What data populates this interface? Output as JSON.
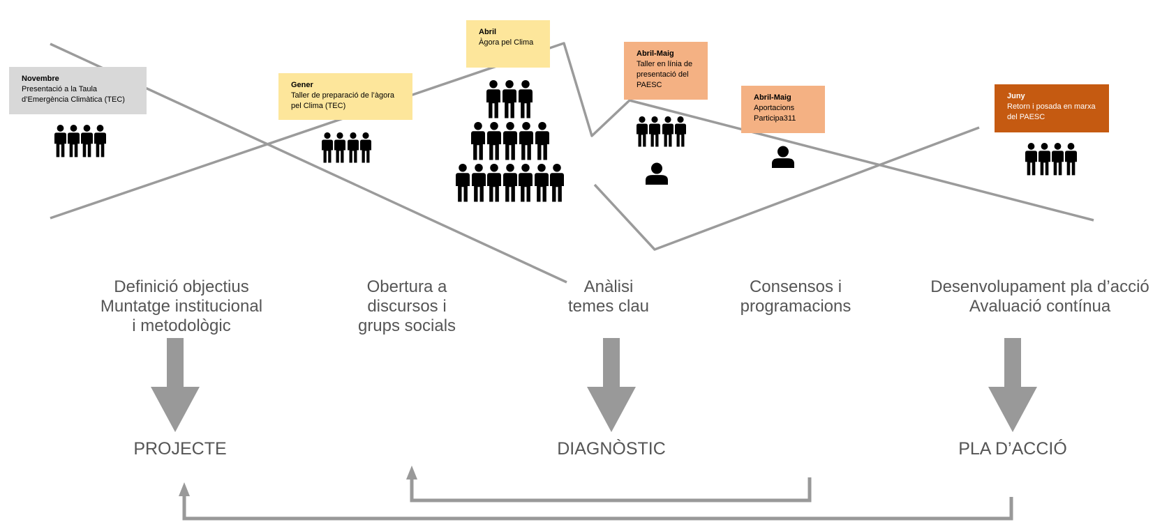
{
  "colors": {
    "line": "#9b9b9b",
    "arrow": "#999999",
    "grey_box": "#d8d8d8",
    "yellow_box": "#fde69b",
    "light_orange_box": "#f4b183",
    "dark_orange_box": "#c55a11",
    "person": "#000000",
    "phase_text": "#555555"
  },
  "milestones": [
    {
      "title": "Novembre",
      "desc": "Presentació a la Taula d’Emergència Climàtica (TEC)"
    },
    {
      "title": "Gener",
      "desc": "Taller de preparació de l’àgora pel Clima (TEC)"
    },
    {
      "title": "Abril",
      "desc": "Àgora pel Clima"
    },
    {
      "title": "Abril-Maig",
      "desc": "Taller en línia de presentació del PAESC"
    },
    {
      "title": "Abril-Maig",
      "desc": "Aportacions Participa311"
    },
    {
      "title": "Juny",
      "desc": "Retorn i posada en marxa del PAESC"
    }
  ],
  "icons": {
    "group": "people-group-icon",
    "single": "person-icon"
  },
  "phases": [
    {
      "line1": "Definició objectius",
      "line2": "Muntatge institucional",
      "line3": "i metodològic"
    },
    {
      "line1": "Obertura a",
      "line2": "discursos i",
      "line3": "grups socials"
    },
    {
      "line1": "Anàlisi",
      "line2": "temes clau"
    },
    {
      "line1": "Consensos i",
      "line2": "programacions"
    },
    {
      "line1": "Desenvolupament pla d’acció",
      "line2": "Avaluació contínua"
    }
  ],
  "results": [
    "PROJECTE",
    "DIAGNÒSTIC",
    "PLA D’ACCIÓ"
  ]
}
